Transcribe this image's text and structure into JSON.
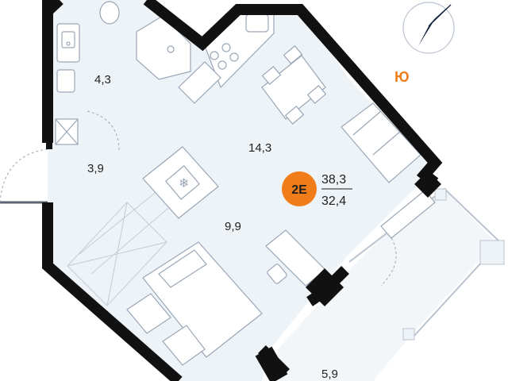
{
  "rooms": [
    {
      "id": "bathroom",
      "area": "4,3"
    },
    {
      "id": "hallway",
      "area": "3,9"
    },
    {
      "id": "kitchen-living",
      "area": "14,3"
    },
    {
      "id": "bedroom",
      "area": "9,9"
    },
    {
      "id": "balcony",
      "area": "5,9"
    }
  ],
  "badge": {
    "label": "2E",
    "color": "#f07d1a"
  },
  "totals": {
    "total_area": "38,3",
    "living_area": "32,4"
  },
  "compass": {
    "letter": "Ю",
    "letter_color": "#f07d1a",
    "needle_color": "#14223c"
  },
  "colors": {
    "wall": "#111111",
    "floor": "#eef3f8",
    "furniture": "#9aa7b6"
  }
}
